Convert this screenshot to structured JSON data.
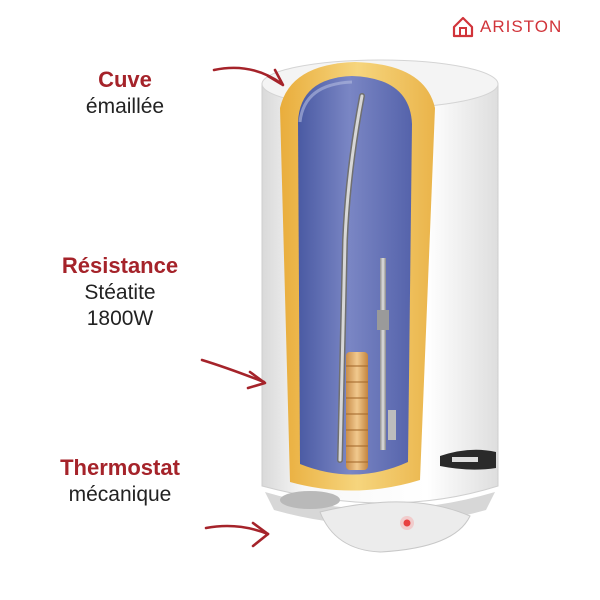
{
  "brand": {
    "name": "ARISTON",
    "logo_icon": "house-icon",
    "color": "#d1343a"
  },
  "callouts": [
    {
      "title": "Cuve",
      "subtitle": "émaillée"
    },
    {
      "title": "Résistance",
      "subtitle": "Stéatite",
      "extra": "1800W"
    },
    {
      "title": "Thermostat",
      "subtitle": "mécanique"
    }
  ],
  "colors": {
    "accent_red": "#a5232a",
    "tank_blue": "#5c6bb0",
    "insulation": "#f0c25a",
    "body_white": "#f5f5f5"
  }
}
